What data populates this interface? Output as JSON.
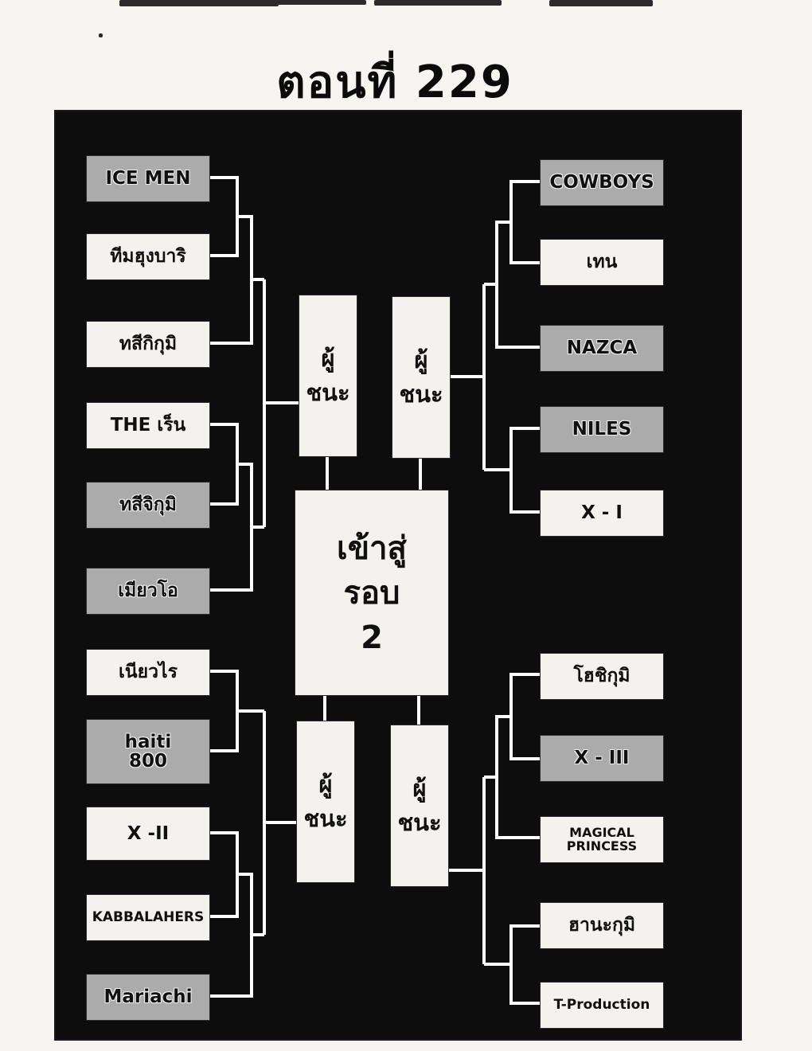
{
  "title": "ตอนที่ 229",
  "center_box": {
    "line1": "เข้าสู่",
    "line2": "รอบ",
    "line3": "2"
  },
  "winner_label": {
    "line1": "ผู้",
    "line2": "ชนะ"
  },
  "colors": {
    "panel_background": "#0d0d0d",
    "box_white": "#f3f2ee",
    "box_gray": "#ababab",
    "bracket_line": "#ffffff",
    "page_background": "#f6f5f2"
  },
  "teams": {
    "left_top": [
      {
        "label": "ICE MEN",
        "style": "gray"
      },
      {
        "label": "ทีมฮุงบาริ",
        "style": "white"
      },
      {
        "label": "ทสีกิกุมิ",
        "style": "white"
      },
      {
        "label": "THE เร็น",
        "style": "white"
      },
      {
        "label": "ทสีจิกุมิ",
        "style": "gray"
      },
      {
        "label": "เมียวโอ",
        "style": "gray"
      }
    ],
    "left_bottom": [
      {
        "label": "เนียวไร",
        "style": "white"
      },
      {
        "label": "haiti\n800",
        "style": "gray"
      },
      {
        "label": "X -II",
        "style": "white"
      },
      {
        "label": "KABBALAHERS",
        "style": "white"
      },
      {
        "label": "Mariachi",
        "style": "gray"
      }
    ],
    "right_top": [
      {
        "label": "COWBOYS",
        "style": "gray"
      },
      {
        "label": "เทน",
        "style": "white"
      },
      {
        "label": "NAZCA",
        "style": "gray"
      },
      {
        "label": "NILES",
        "style": "gray"
      },
      {
        "label": "X - I",
        "style": "white"
      }
    ],
    "right_bottom": [
      {
        "label": "โฮชิกุมิ",
        "style": "white"
      },
      {
        "label": "X - III",
        "style": "gray"
      },
      {
        "label": "MAGICAL PRINCESS",
        "style": "white"
      },
      {
        "label": "ฮานะกุมิ",
        "style": "white"
      },
      {
        "label": "T-Production",
        "style": "white"
      }
    ]
  }
}
